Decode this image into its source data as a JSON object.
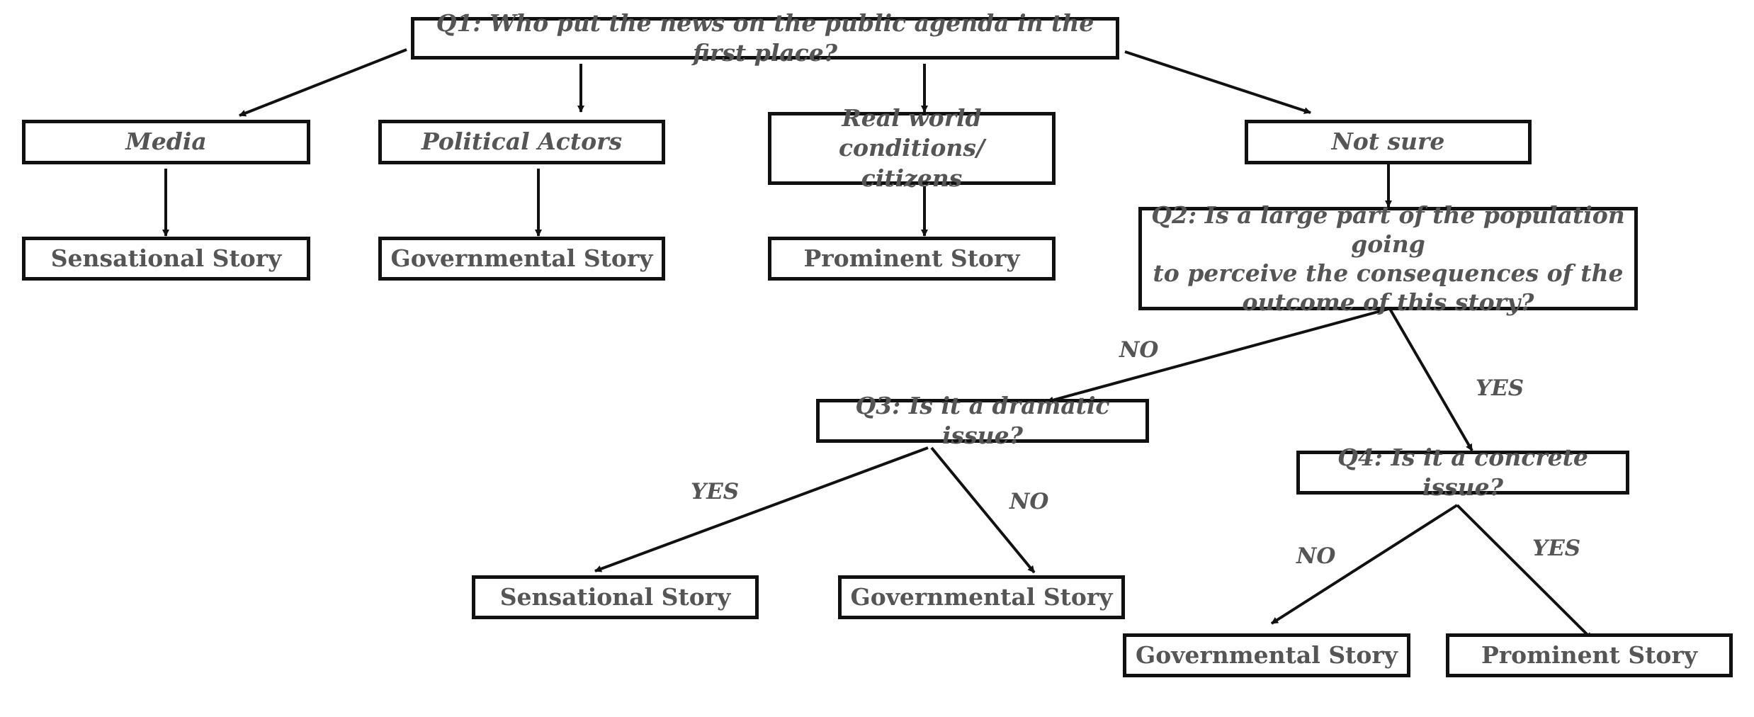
{
  "diagram": {
    "q1": "Q1: Who put the news on the public agenda in the first place?",
    "media": "Media",
    "political_actors": "Political Actors",
    "real_world_line1": "Real world conditions/",
    "real_world_line2": "citizens",
    "not_sure": "Not sure",
    "sensational_story_1": "Sensational Story",
    "governmental_story_1": "Governmental Story",
    "prominent_story_1": "Prominent Story",
    "q2_line1": "Q2:  Is a large part of the population going",
    "q2_line2": "to perceive the consequences of the",
    "q2_line3": "outcome of this story?",
    "q3": "Q3: Is it a dramatic issue?",
    "q4_prefix": "Q4",
    "q4_rest": ": Is it a concrete issue?",
    "sensational_story_2": "Sensational Story",
    "governmental_story_2": "Governmental Story",
    "governmental_story_3": "Governmental Story",
    "prominent_story_2": "Prominent Story",
    "label_q2_no": "NO",
    "label_q2_yes": "YES",
    "label_q3_yes": "YES",
    "label_q3_no": "NO",
    "label_q4_no": "NO",
    "label_q4_yes": "YES"
  },
  "colors": {
    "box_text": "#555555",
    "line": "#111111"
  }
}
